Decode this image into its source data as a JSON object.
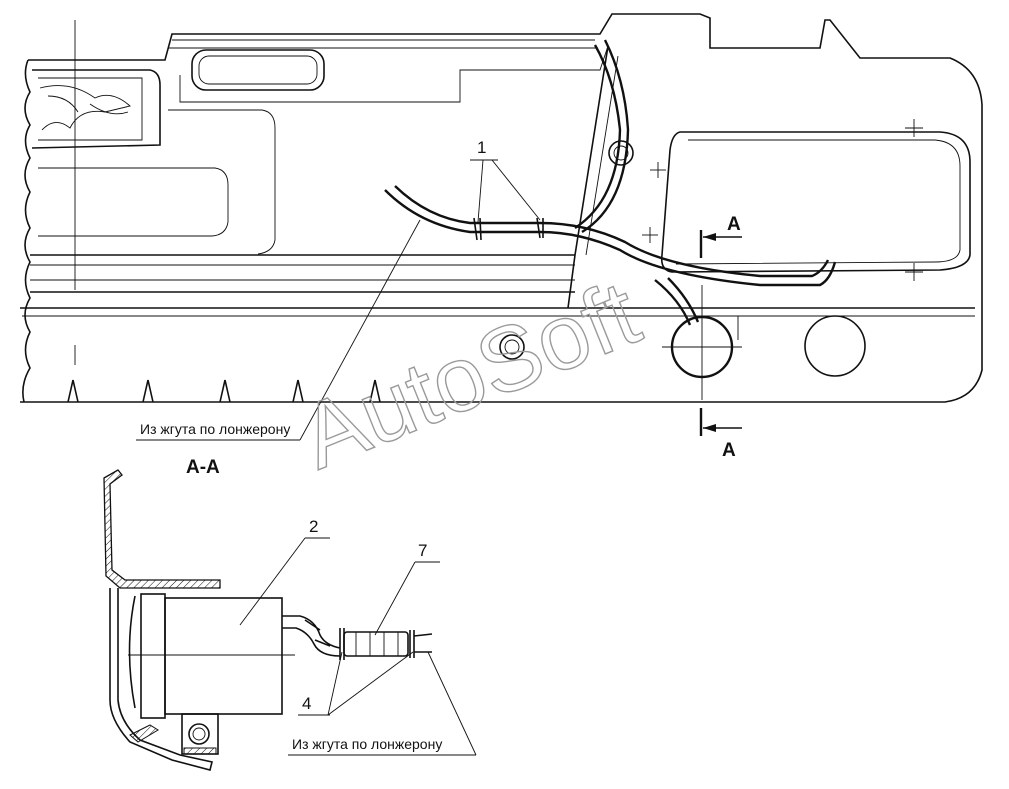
{
  "callouts": {
    "c1": "1",
    "c2": "2",
    "c4": "4",
    "c7": "7"
  },
  "section_marks": {
    "top": "A",
    "bottom": "A",
    "view_title": "А-А"
  },
  "notes": {
    "top_harness": "Из жгута по лонжерону",
    "bottom_harness": "Из жгута по лонжерону"
  },
  "watermark": "AutoSoft"
}
